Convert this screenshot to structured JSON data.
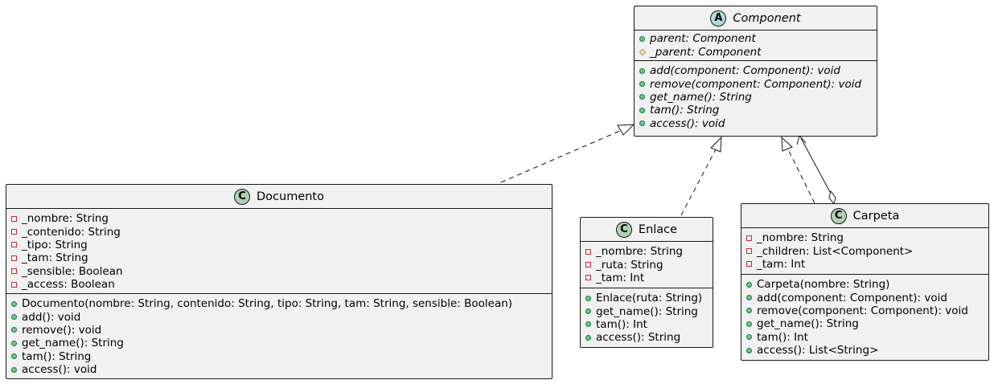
{
  "classes": {
    "component": {
      "name": "Component",
      "badge": "A",
      "attributes": [
        {
          "vis": "pub",
          "text": "parent: Component"
        },
        {
          "vis": "prot",
          "text": "_parent: Component"
        }
      ],
      "methods": [
        {
          "vis": "pub",
          "text": "add(component: Component): void"
        },
        {
          "vis": "pub",
          "text": "remove(component: Component): void"
        },
        {
          "vis": "pub",
          "text": "get_name(): String"
        },
        {
          "vis": "pub",
          "text": "tam(): String"
        },
        {
          "vis": "pub",
          "text": "access(): void"
        }
      ]
    },
    "documento": {
      "name": "Documento",
      "badge": "C",
      "attributes": [
        {
          "vis": "priv",
          "text": "_nombre: String"
        },
        {
          "vis": "priv",
          "text": "_contenido: String"
        },
        {
          "vis": "priv",
          "text": "_tipo: String"
        },
        {
          "vis": "priv",
          "text": "_tam: String"
        },
        {
          "vis": "priv",
          "text": "_sensible: Boolean"
        },
        {
          "vis": "priv",
          "text": "_access: Boolean"
        }
      ],
      "methods": [
        {
          "vis": "pub",
          "text": "Documento(nombre: String, contenido: String, tipo: String, tam: String, sensible: Boolean)"
        },
        {
          "vis": "pub",
          "text": "add(): void"
        },
        {
          "vis": "pub",
          "text": "remove(): void"
        },
        {
          "vis": "pub",
          "text": "get_name(): String"
        },
        {
          "vis": "pub",
          "text": "tam(): String"
        },
        {
          "vis": "pub",
          "text": "access(): void"
        }
      ]
    },
    "enlace": {
      "name": "Enlace",
      "badge": "C",
      "attributes": [
        {
          "vis": "priv",
          "text": "_nombre: String"
        },
        {
          "vis": "priv",
          "text": "_ruta: String"
        },
        {
          "vis": "priv",
          "text": "_tam: Int"
        }
      ],
      "methods": [
        {
          "vis": "pub",
          "text": "Enlace(ruta: String)"
        },
        {
          "vis": "pub",
          "text": "get_name(): String"
        },
        {
          "vis": "pub",
          "text": "tam(): Int"
        },
        {
          "vis": "pub",
          "text": "access(): String"
        }
      ]
    },
    "carpeta": {
      "name": "Carpeta",
      "badge": "C",
      "attributes": [
        {
          "vis": "priv",
          "text": "_nombre: String"
        },
        {
          "vis": "priv",
          "text": "_children: List<Component>"
        },
        {
          "vis": "priv",
          "text": "_tam: Int"
        }
      ],
      "methods": [
        {
          "vis": "pub",
          "text": "Carpeta(nombre: String)"
        },
        {
          "vis": "pub",
          "text": "add(component: Component): void"
        },
        {
          "vis": "pub",
          "text": "remove(component: Component): void"
        },
        {
          "vis": "pub",
          "text": "get_name(): String"
        },
        {
          "vis": "pub",
          "text": "tam(): Int"
        },
        {
          "vis": "pub",
          "text": "access(): List<String>"
        }
      ]
    }
  },
  "colors": {
    "class_fill": "#f1f1f1",
    "border": "#181818",
    "class_badge": "#add1b2",
    "abstract_badge": "#a9dcdf",
    "private_marker": "#c82930",
    "public_marker": "#84be84",
    "protected_marker": "#b38d22"
  }
}
